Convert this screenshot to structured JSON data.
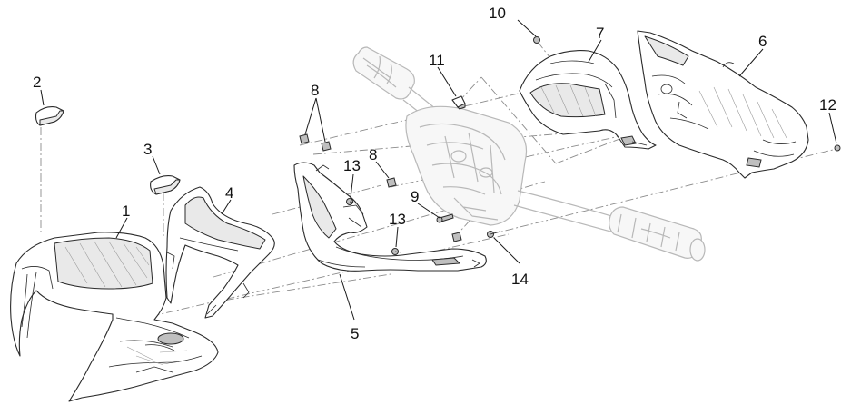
{
  "diagram": {
    "callouts": [
      {
        "id": "c1",
        "label": "1"
      },
      {
        "id": "c2",
        "label": "2"
      },
      {
        "id": "c3",
        "label": "3"
      },
      {
        "id": "c4",
        "label": "4"
      },
      {
        "id": "c5",
        "label": "5"
      },
      {
        "id": "c6",
        "label": "6"
      },
      {
        "id": "c7",
        "label": "7"
      },
      {
        "id": "c8a",
        "label": "8"
      },
      {
        "id": "c8b",
        "label": "8"
      },
      {
        "id": "c9",
        "label": "9"
      },
      {
        "id": "c10",
        "label": "10"
      },
      {
        "id": "c11",
        "label": "11"
      },
      {
        "id": "c12",
        "label": "12"
      },
      {
        "id": "c13a",
        "label": "13"
      },
      {
        "id": "c13b",
        "label": "13"
      },
      {
        "id": "c14",
        "label": "14"
      }
    ]
  }
}
